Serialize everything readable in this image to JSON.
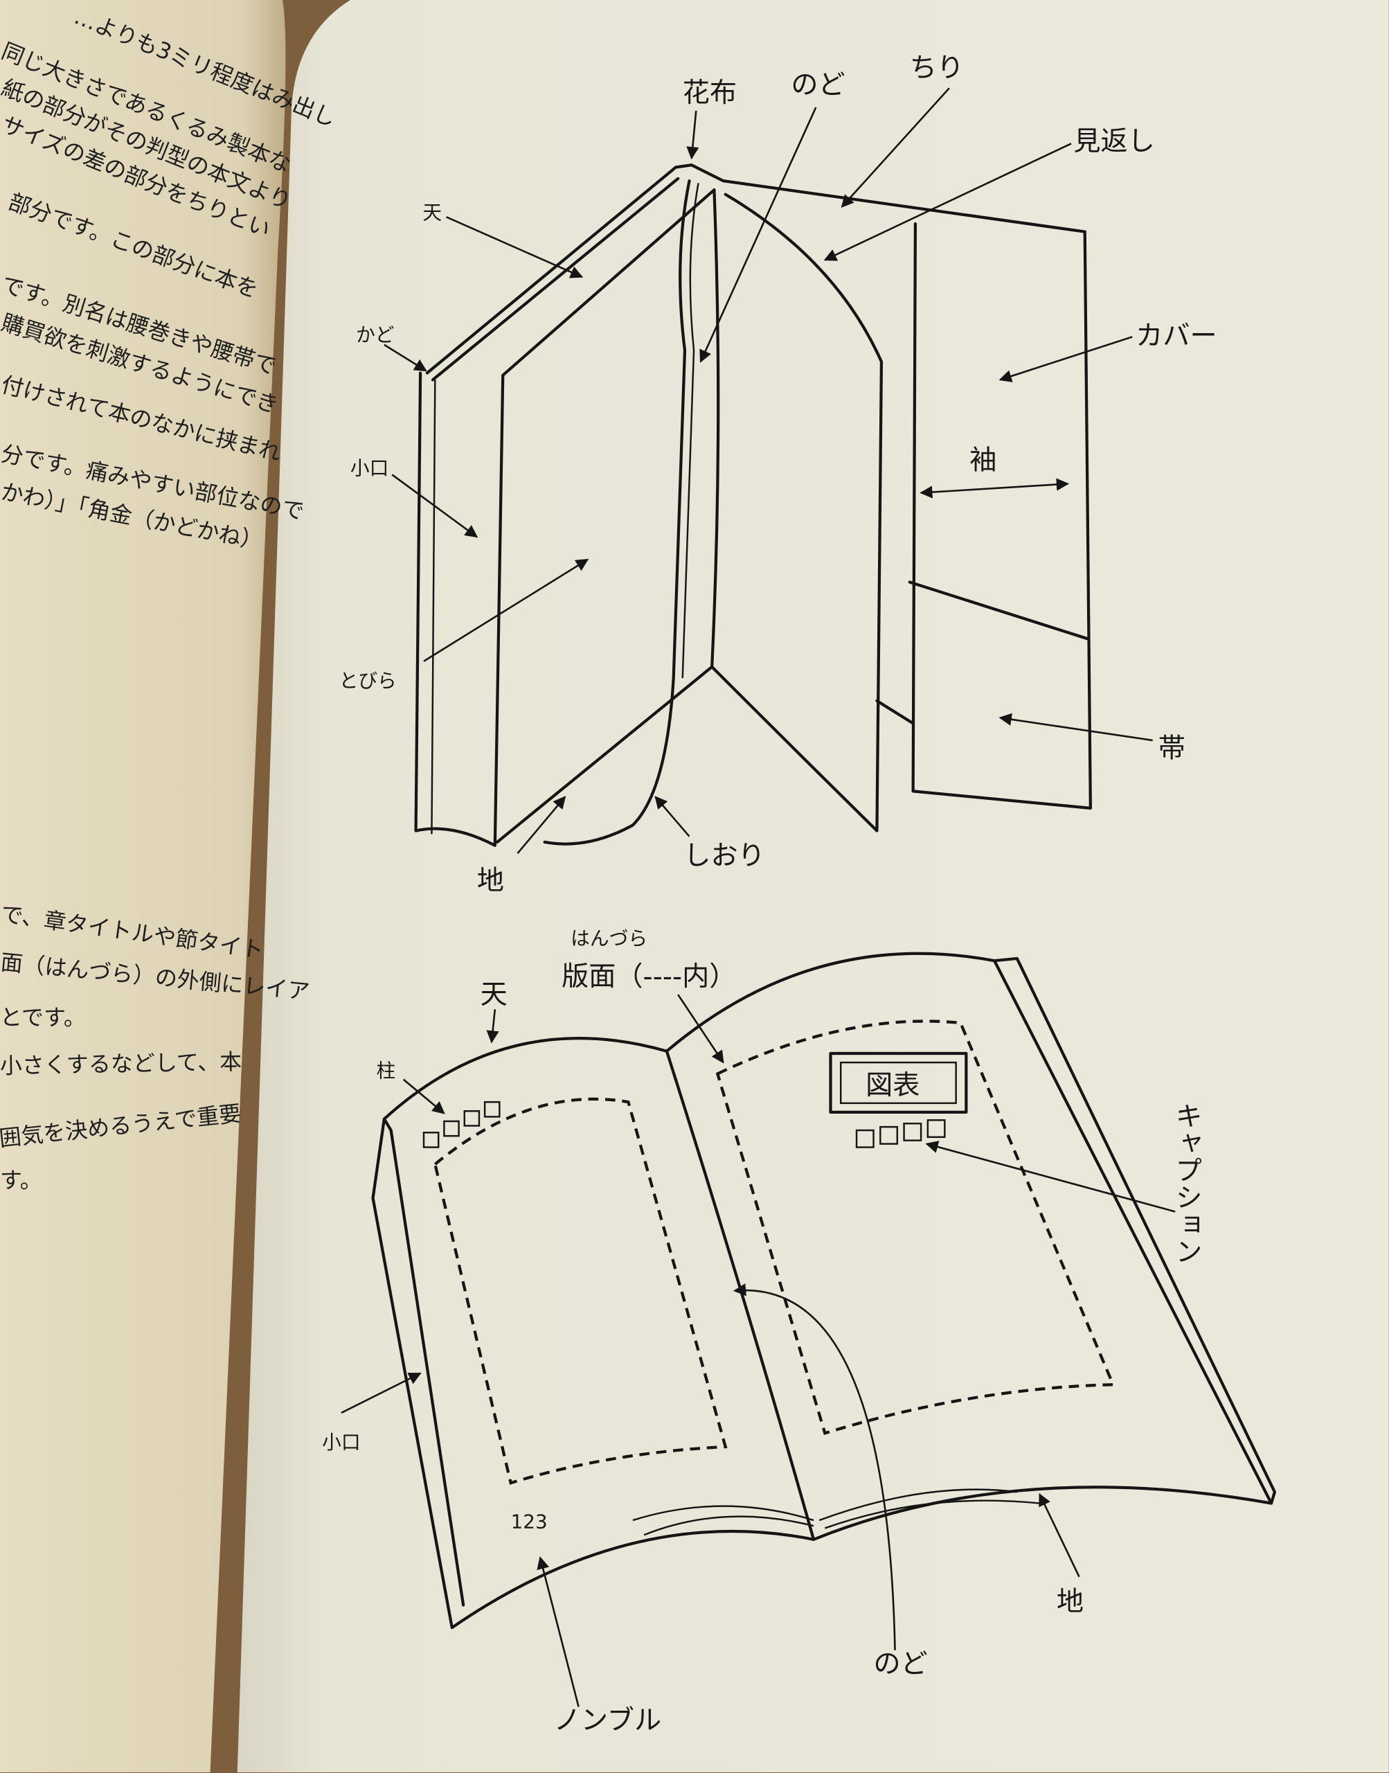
{
  "left_page": {
    "lines": [
      "…よりも3ミリ程度はみ出し",
      "同じ大きさであるくるみ製本な",
      "紙の部分がその判型の本文より",
      "サイズの差の部分をちりとい",
      "部分です。この部分に本を",
      "です。別名は腰巻きや腰帯で",
      "購買欲を刺激するようにでき",
      "付けされて本のなかに挟まれ",
      "分です。痛みやすい部位なので",
      "かわ）」「角金（かどかね）",
      "で、章タイトルや節タイト",
      "面（はんづら）の外側にレイア",
      "とです。",
      "小さくするなどして、本",
      "囲気を決めるうえで重要",
      "す。"
    ]
  },
  "top_diagram": {
    "labels": {
      "hanagire": "花布",
      "nodo": "のど",
      "chiri": "ちり",
      "mikaeshi": "見返し",
      "ten": "天",
      "kado": "かど",
      "cover": "カバー",
      "koguchi": "小口",
      "sode": "袖",
      "tobira": "とびら",
      "obi": "帯",
      "chi": "地",
      "shiori": "しおり"
    }
  },
  "bottom_diagram": {
    "labels": {
      "hanzura_ruby": "はんづら",
      "hanmen": "版面（----内）",
      "ten": "天",
      "hashira": "柱",
      "zuhyo": "図表",
      "caption": "キャプション",
      "koguchi": "小口",
      "page_number": "123",
      "chi": "地",
      "nodo": "のど",
      "nombre": "ノンブル"
    }
  },
  "colors": {
    "table": "#7d5f3e",
    "left_paper": "#e4dbc0",
    "right_paper": "#e8e6d8",
    "ink": "#151515"
  }
}
